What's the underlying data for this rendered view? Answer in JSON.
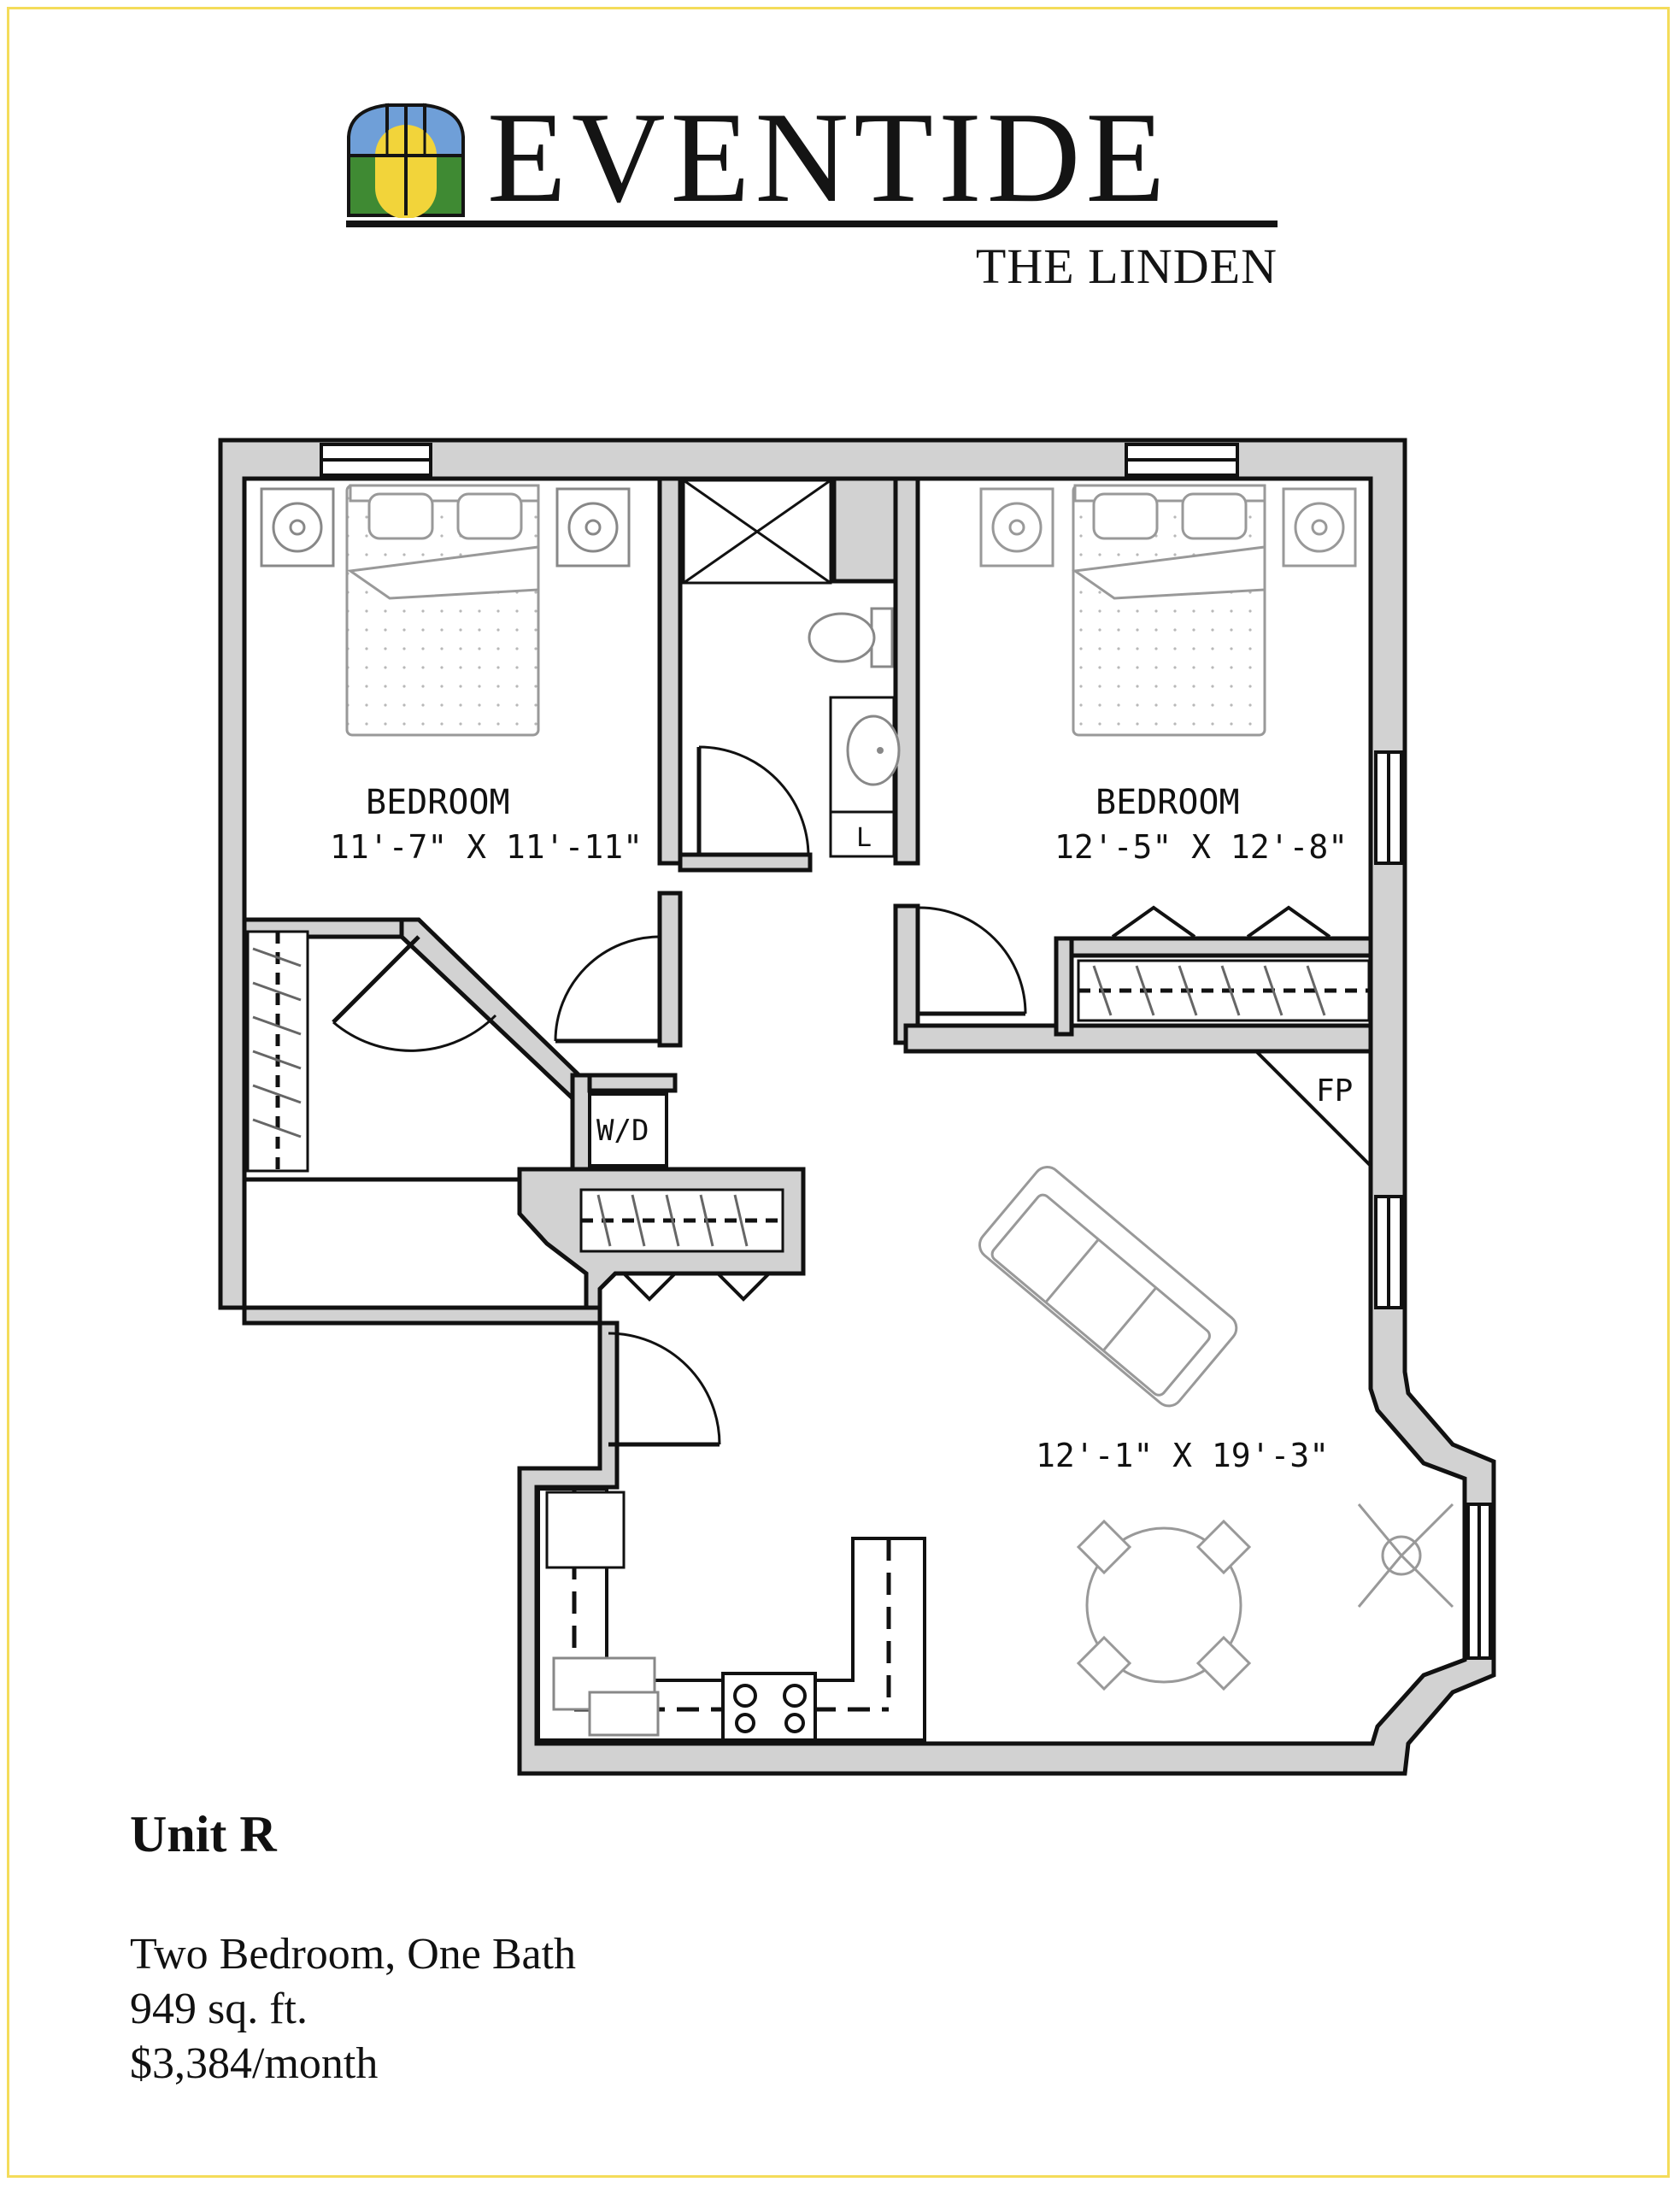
{
  "brand": {
    "name": "EVENTIDE",
    "location": "THE LINDEN",
    "colors": {
      "sky": "#6f9fd8",
      "sun": "#f2d43a",
      "field": "#3f8a33",
      "frame": "#f4dc5a"
    }
  },
  "plan": {
    "rooms": [
      {
        "label": "BEDROOM",
        "dimensions": "11'-7\" X 11'-11\""
      },
      {
        "label": "BEDROOM",
        "dimensions": "12'-5\" X 12'-8\""
      },
      {
        "label": "",
        "dimensions": "12'-1\" X 19'-3\""
      }
    ],
    "fixtures": {
      "laundry": "W/D",
      "linen": "L",
      "fireplace": "FP"
    }
  },
  "unit": {
    "title": "Unit R",
    "layout": "Two Bedroom, One Bath",
    "area": "949 sq. ft.",
    "rent": "$3,384/month"
  }
}
